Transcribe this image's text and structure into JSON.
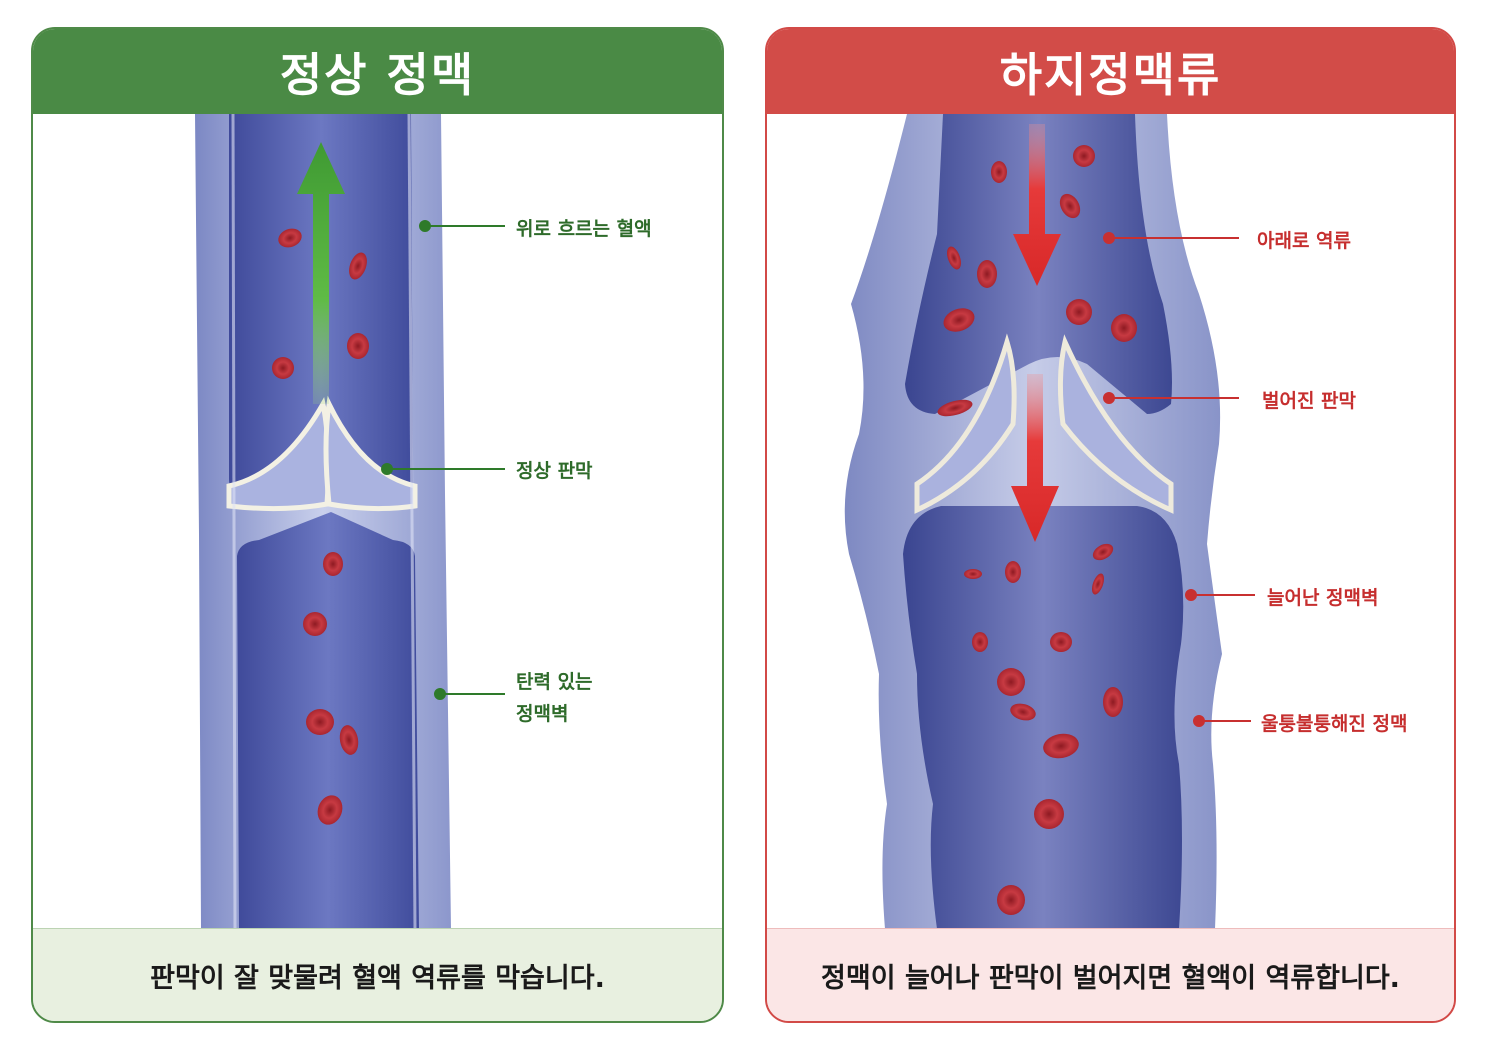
{
  "normal_panel": {
    "title": "정상 정맥",
    "labels": {
      "upward_flow": "위로 흐르는 혈액",
      "normal_valve": "정상 판막",
      "elastic_wall_line1": "탄력 있는",
      "elastic_wall_line2": "정맥벽"
    },
    "caption": "판막이 잘 맞물려 혈액 역류를 막습니다.",
    "theme_color": "#4a8a45"
  },
  "varicose_panel": {
    "title": "하지정맥류",
    "labels": {
      "reflux": "아래로 역류",
      "open_valve": "벌어진 판막",
      "stretched_wall": "늘어난 정맥벽",
      "bulging_vein": "울퉁불퉁해진 정맥"
    },
    "caption": "정맥이 늘어나 판막이 벌어지면 혈액이 역류합니다.",
    "theme_color": "#d24c48"
  },
  "colors": {
    "vein_lumen": "#5a66b4",
    "vein_wall": "#9aa6d6",
    "blood_cell": "#c2303a",
    "normal_arrow": "#46a83a",
    "reflux_arrow": "#e03030"
  }
}
